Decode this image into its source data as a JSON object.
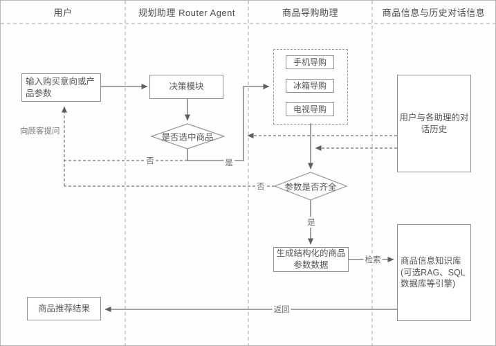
{
  "lanes": [
    {
      "label": "用户"
    },
    {
      "label": "规划助理 Router Agent"
    },
    {
      "label": "商品导购助理"
    },
    {
      "label": "商品信息与历史对话信息"
    }
  ],
  "nodes": {
    "input": "输入购买意向或产\n品参数",
    "decision": "决策模块",
    "select_check": "是否选中商品",
    "guides": [
      {
        "label": "手机导购"
      },
      {
        "label": "冰箱导购"
      },
      {
        "label": "电视导购"
      }
    ],
    "params_check": "参数是否齐全",
    "generate": "生成结构化的商品\n参数数据",
    "knowledge": "商品信息知识库\n(可选RAG、SQL\n数据库等引擎)",
    "result": "商品推荐结果",
    "history": "用户与各助理的对\n话历史"
  },
  "labels": {
    "no_select": "否",
    "yes_select": "是",
    "no_params": "否",
    "yes_params": "是",
    "ask_customer": "向顾客提问",
    "search": "检索",
    "return": "返回"
  }
}
